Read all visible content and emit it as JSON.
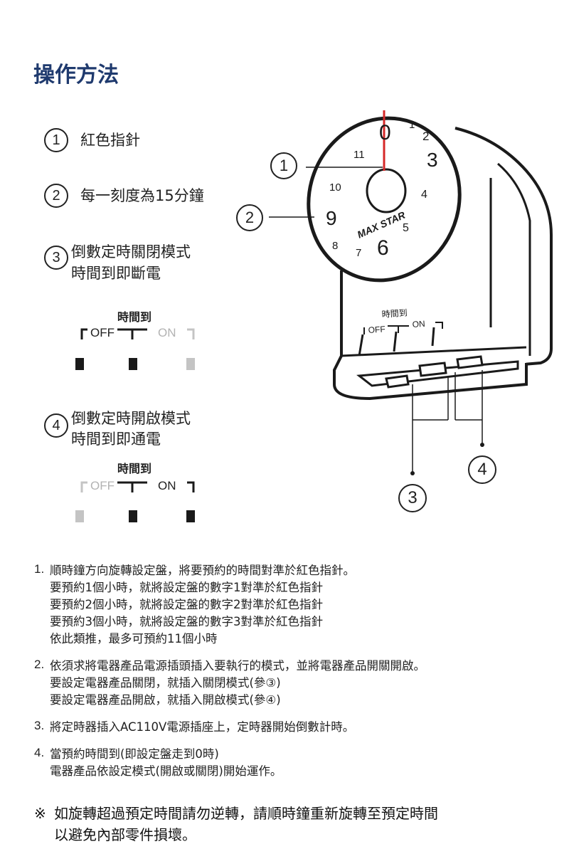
{
  "title": "操作方法",
  "features": {
    "f1": {
      "num": "1",
      "text": "紅色指針"
    },
    "f2": {
      "num": "2",
      "text": "每一刻度為15分鐘"
    },
    "f3": {
      "num": "3",
      "line1": "倒數定時關閉模式",
      "line2": "時間到即斷電"
    },
    "f4": {
      "num": "4",
      "line1": "倒數定時開啟模式",
      "line2": "時間到即通電"
    }
  },
  "switch": {
    "label": "時間到",
    "off": "OFF",
    "on": "ON"
  },
  "device": {
    "brand": "MAX STAR",
    "dial_numbers": [
      "0",
      "1",
      "2",
      "3",
      "4",
      "5",
      "6",
      "7",
      "8",
      "9",
      "10",
      "11"
    ],
    "callout_1": "1",
    "callout_2": "2",
    "callout_3": "3",
    "callout_4": "4",
    "side_label": "時間到",
    "side_off": "OFF",
    "side_on": "ON"
  },
  "instructions": [
    {
      "num": "1.",
      "lines": [
        "順時鐘方向旋轉設定盤，將要預約的時間對準於紅色指針。",
        "要預約1個小時，就將設定盤的數字1對準於紅色指針",
        "要預約2個小時，就將設定盤的數字2對準於紅色指針",
        "要預約3個小時，就將設定盤的數字3對準於紅色指針",
        "依此類推，最多可預約11個小時"
      ]
    },
    {
      "num": "2.",
      "lines": [
        "依須求將電器產品電源插頭插入要執行的模式，並將電器產品開關開啟。",
        "要設定電器產品關閉，就插入關閉模式(參③)",
        "要設定電器產品開啟，就插入開啟模式(參④)"
      ]
    },
    {
      "num": "3.",
      "lines": [
        "將定時器插入AC110V電源插座上，定時器開始倒數計時。"
      ]
    },
    {
      "num": "4.",
      "lines": [
        "當預約時間到(即設定盤走到0時)",
        "電器產品依設定模式(開啟或關閉)開始運作。"
      ]
    }
  ],
  "warning": {
    "mark": "※",
    "line1": "如旋轉超過預定時間請勿逆轉，請順時鐘重新旋轉至預定時間",
    "line2": "以避免內部零件損壞。"
  },
  "colors": {
    "title": "#1f3a6e",
    "pointer": "#d62828",
    "ink": "#222222",
    "gray": "#c4c4c4"
  }
}
